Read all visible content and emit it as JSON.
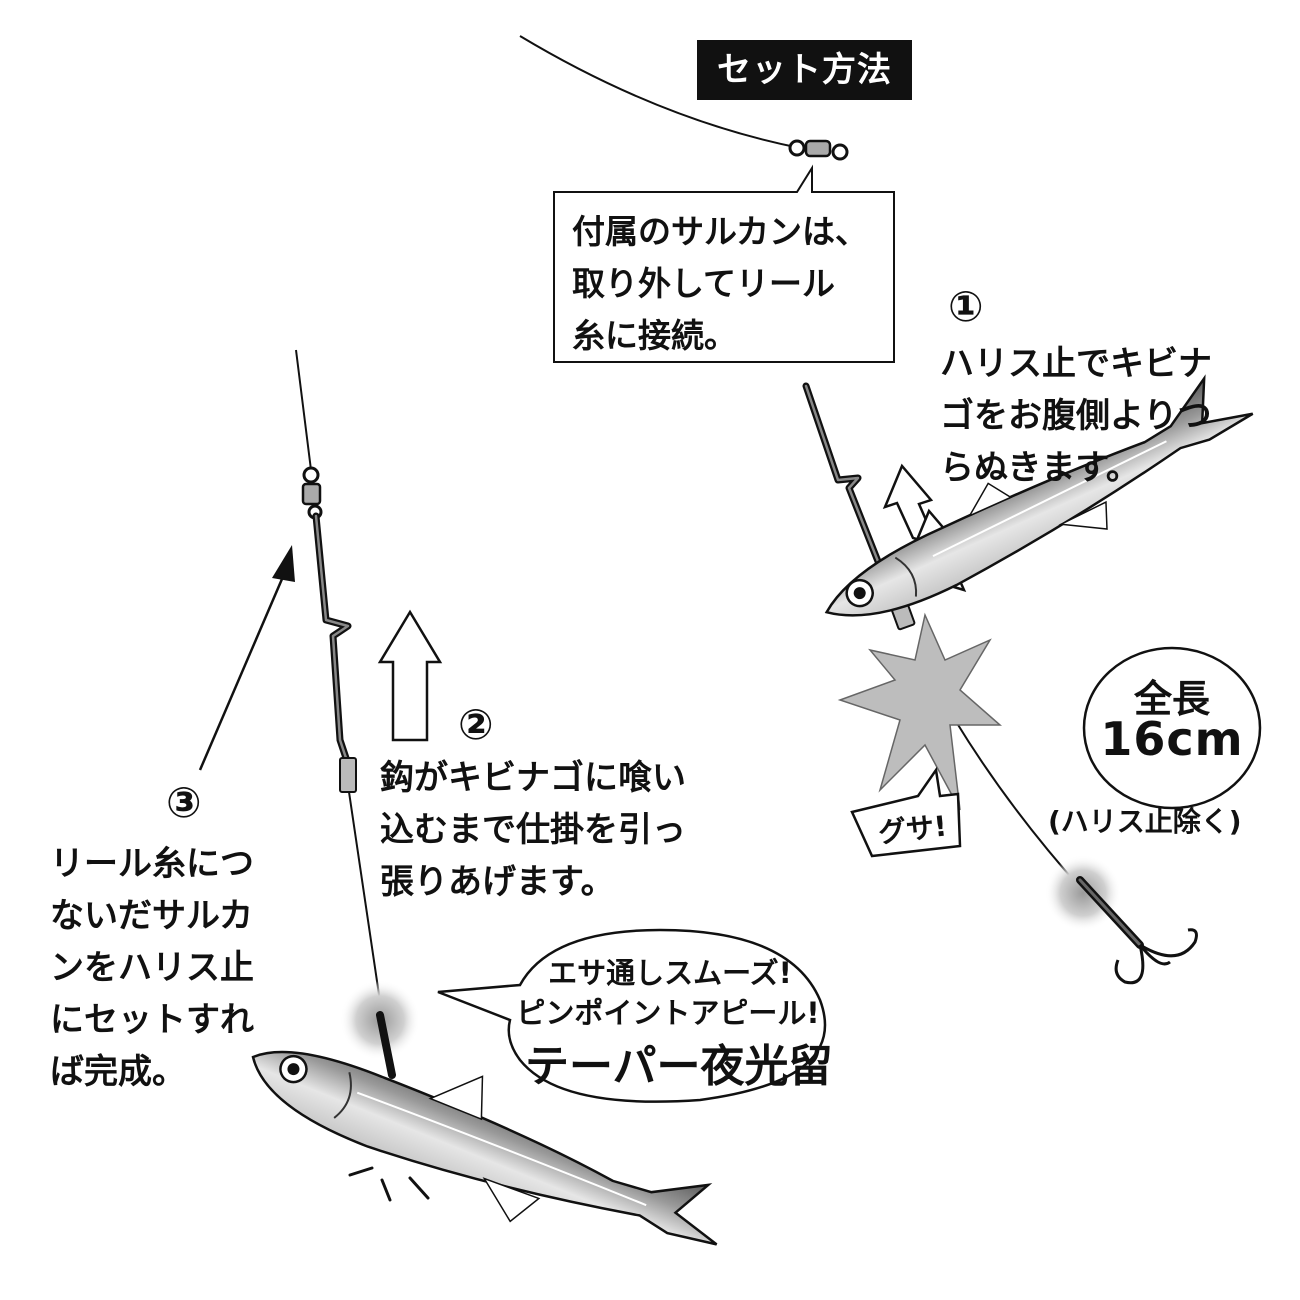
{
  "title": "セット方法",
  "callout": {
    "lines": [
      "付属のサルカンは、",
      "取り外してリール",
      "糸に接続。"
    ]
  },
  "step1": {
    "number": "①",
    "lines": [
      "ハリス止でキビナ",
      "ゴをお腹側よりつ",
      "らぬきます。"
    ]
  },
  "step2": {
    "number": "②",
    "lines": [
      "鈎がキビナゴに喰い",
      "込むまで仕掛を引っ",
      "張りあげます。"
    ]
  },
  "step3": {
    "number": "③",
    "lines": [
      "リール糸につ",
      "ないだサルカ",
      "ンをハリス止",
      "にセットすれ",
      "ば完成。"
    ]
  },
  "length": {
    "label": "全長",
    "value": "16cm",
    "note": "(ハリス止除く)"
  },
  "impact": "グサ!",
  "bubble": {
    "lines": [
      "エサ通しスムーズ!",
      "ピンポイントアピール!"
    ],
    "product": "テーパー夜光留"
  }
}
